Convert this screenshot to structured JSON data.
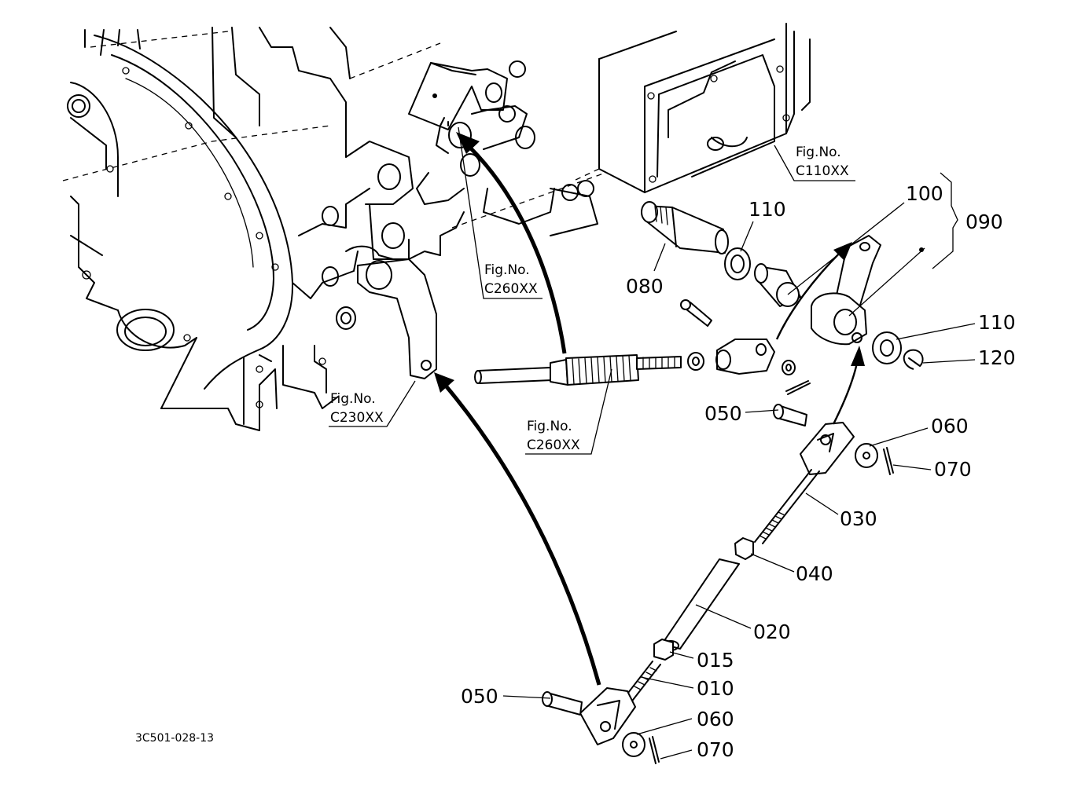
{
  "fig_refs": {
    "c110": {
      "line1": "Fig.No.",
      "line2": "C110XX"
    },
    "c260_upper": {
      "line1": "Fig.No.",
      "line2": "C260XX"
    },
    "c230": {
      "line1": "Fig.No.",
      "line2": "C230XX"
    },
    "c260_lower": {
      "line1": "Fig.No.",
      "line2": "C260XX"
    }
  },
  "callouts": {
    "p100": "100",
    "p110_upper": "110",
    "p090": "090",
    "p080": "080",
    "p110_lower": "110",
    "p120": "120",
    "p050_upper": "050",
    "p060_upper": "060",
    "p070_upper": "070",
    "p030": "030",
    "p040": "040",
    "p020": "020",
    "p015": "015",
    "p010": "010",
    "p050_lower": "050",
    "p060_lower": "060",
    "p070_lower": "070"
  },
  "drawing_id": "3C501-028-13"
}
